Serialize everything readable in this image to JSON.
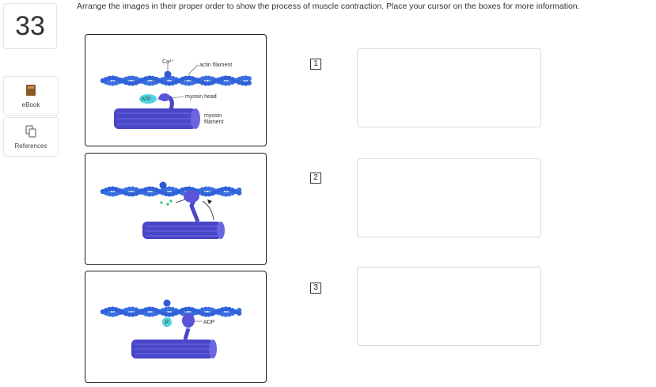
{
  "question": {
    "number": "33",
    "prompt": "Arrange the images in their proper order to show the process of muscle contraction. Place your cursor on the boxes for more information."
  },
  "sidebar": {
    "items": [
      {
        "label": "eBook",
        "icon": "book-icon"
      },
      {
        "label": "References",
        "icon": "copy-icon"
      }
    ]
  },
  "panels": [
    {
      "labels": {
        "ca": "Ca²⁺",
        "actin": "actin filament",
        "atp": "ATP",
        "myosin_head": "myosin head",
        "myosin_filament_1": "myosin",
        "myosin_filament_2": "filament"
      }
    },
    {
      "labels": {}
    },
    {
      "labels": {
        "p": "P",
        "adp": "ADP"
      }
    }
  ],
  "slots": [
    {
      "number": "1"
    },
    {
      "number": "2"
    },
    {
      "number": "3"
    }
  ],
  "colors": {
    "actin": "#3a6fe0",
    "myosin": "#4a46c8",
    "atp": "#4fd3e0"
  }
}
